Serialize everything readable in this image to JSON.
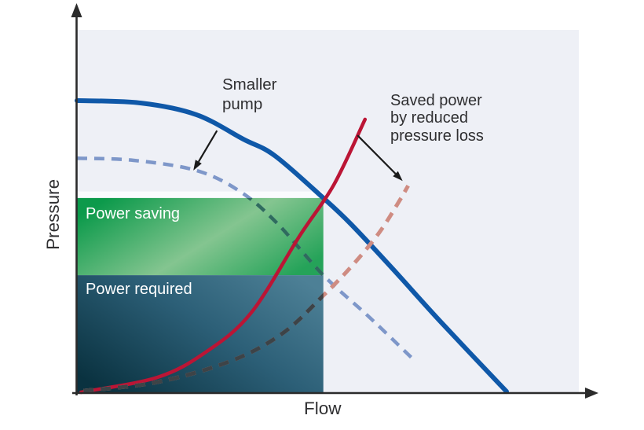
{
  "theme": {
    "page-bg": "#ffffff",
    "plot-bg": "#eef0f6",
    "axis": "#2b2b2b",
    "text": "#2f2f31",
    "area-label-text": "#ffffff"
  },
  "chart": {
    "y_axis_label": "Pressure",
    "x_axis_label": "Flow",
    "callouts": {
      "smaller_pump": "Smaller\npump",
      "saved_power": "Saved power\nby reduced\npressure loss"
    }
  },
  "chart_data": {
    "type": "line",
    "title": "",
    "x_axis": {
      "label": "Flow",
      "range": [
        0,
        100
      ],
      "ticks": [],
      "grid": false
    },
    "y_axis": {
      "label": "Pressure",
      "range": [
        0,
        100
      ],
      "ticks": [],
      "grid": false
    },
    "legend": "none",
    "series": [
      {
        "id": "pump-curve",
        "name": "Pump curve",
        "color": "#0f58a8",
        "width": 6,
        "dash": null,
        "points": [
          [
            0,
            80.5
          ],
          [
            12.8,
            79.8
          ],
          [
            23.8,
            76.6
          ],
          [
            33.2,
            69.8
          ],
          [
            39.4,
            65.3
          ],
          [
            49.1,
            53.6
          ],
          [
            54.6,
            46.4
          ],
          [
            62.9,
            34.1
          ],
          [
            72.3,
            19.7
          ],
          [
            85.6,
            0.2
          ]
        ]
      },
      {
        "id": "smaller-pump-curve",
        "name": "Smaller pump",
        "color": "#7e97c9",
        "width": 4.5,
        "dash": "13 9",
        "points": [
          [
            0,
            64.6
          ],
          [
            11.3,
            64
          ],
          [
            23.8,
            61.2
          ],
          [
            32.4,
            55.5
          ],
          [
            39.7,
            46.9
          ],
          [
            49.1,
            32.3
          ],
          [
            58.2,
            20.8
          ],
          [
            67.3,
            8.7
          ]
        ],
        "overlays": [
          {
            "area": "power_saving",
            "color": "#2f6b5e"
          },
          {
            "area": "power_required",
            "color": "#3a4a52"
          }
        ]
      },
      {
        "id": "power-curve",
        "name": "Power required",
        "color": "#bb1535",
        "width": 4.5,
        "dash": null,
        "points": [
          [
            0.8,
            0
          ],
          [
            16,
            4.1
          ],
          [
            25.7,
            11.1
          ],
          [
            34.7,
            21.9
          ],
          [
            44.4,
            43.2
          ],
          [
            51.2,
            57.3
          ],
          [
            57.4,
            75.3
          ]
        ]
      },
      {
        "id": "reduced-power-curve",
        "name": "Saved power by reduced pressure loss",
        "color": "#cf8c82",
        "width": 5,
        "dash": "13 9",
        "points": [
          [
            1.3,
            0.4
          ],
          [
            16,
            2.8
          ],
          [
            30.8,
            8.7
          ],
          [
            41,
            16.3
          ],
          [
            49.1,
            26.7
          ],
          [
            54.8,
            34.9
          ],
          [
            60.1,
            43.8
          ],
          [
            64.2,
            52.7
          ],
          [
            66,
            57
          ]
        ],
        "overlays": [
          {
            "area": "power_required",
            "color": "#3d4347"
          }
        ]
      }
    ],
    "areas": [
      {
        "id": "plot_background",
        "label": "",
        "x": [
          0,
          100
        ],
        "y": [
          0,
          100
        ],
        "fill": "#eef0f6"
      },
      {
        "id": "highlight_band",
        "label": "",
        "x": [
          0,
          49.1
        ],
        "y": [
          53.6,
          55.4
        ],
        "fill": "#fafbfe"
      },
      {
        "id": "power_saving",
        "label": "Power saving",
        "x": [
          0,
          49.1
        ],
        "y": [
          32.3,
          53.6
        ],
        "gradient": {
          "direction": {
            "x1": 0,
            "y1": 0.25,
            "x2": 1,
            "y2": 0.75
          },
          "stops": [
            [
              0,
              "#0c9a4b"
            ],
            [
              0.55,
              "#84c590"
            ],
            [
              1,
              "#25a359"
            ]
          ]
        }
      },
      {
        "id": "power_required",
        "label": "Power required",
        "x": [
          0,
          49.1
        ],
        "y": [
          0,
          32.3
        ],
        "gradient": {
          "direction": {
            "x1": 0,
            "y1": 0.85,
            "x2": 1,
            "y2": 0.15
          },
          "stops": [
            [
              0,
              "#0a3240"
            ],
            [
              0.55,
              "#2c5f77"
            ],
            [
              1,
              "#4d8096"
            ]
          ]
        }
      }
    ],
    "annotations": [
      {
        "id": "smaller-pump-arrow",
        "from": [
          27.9,
          72.2
        ],
        "to": [
          23.2,
          61.2
        ],
        "color": "#1a1a1a"
      },
      {
        "id": "saved-power-arrow",
        "from": [
          55.9,
          70.9
        ],
        "to": [
          64.9,
          58.3
        ],
        "color": "#1a1a1a"
      }
    ]
  }
}
